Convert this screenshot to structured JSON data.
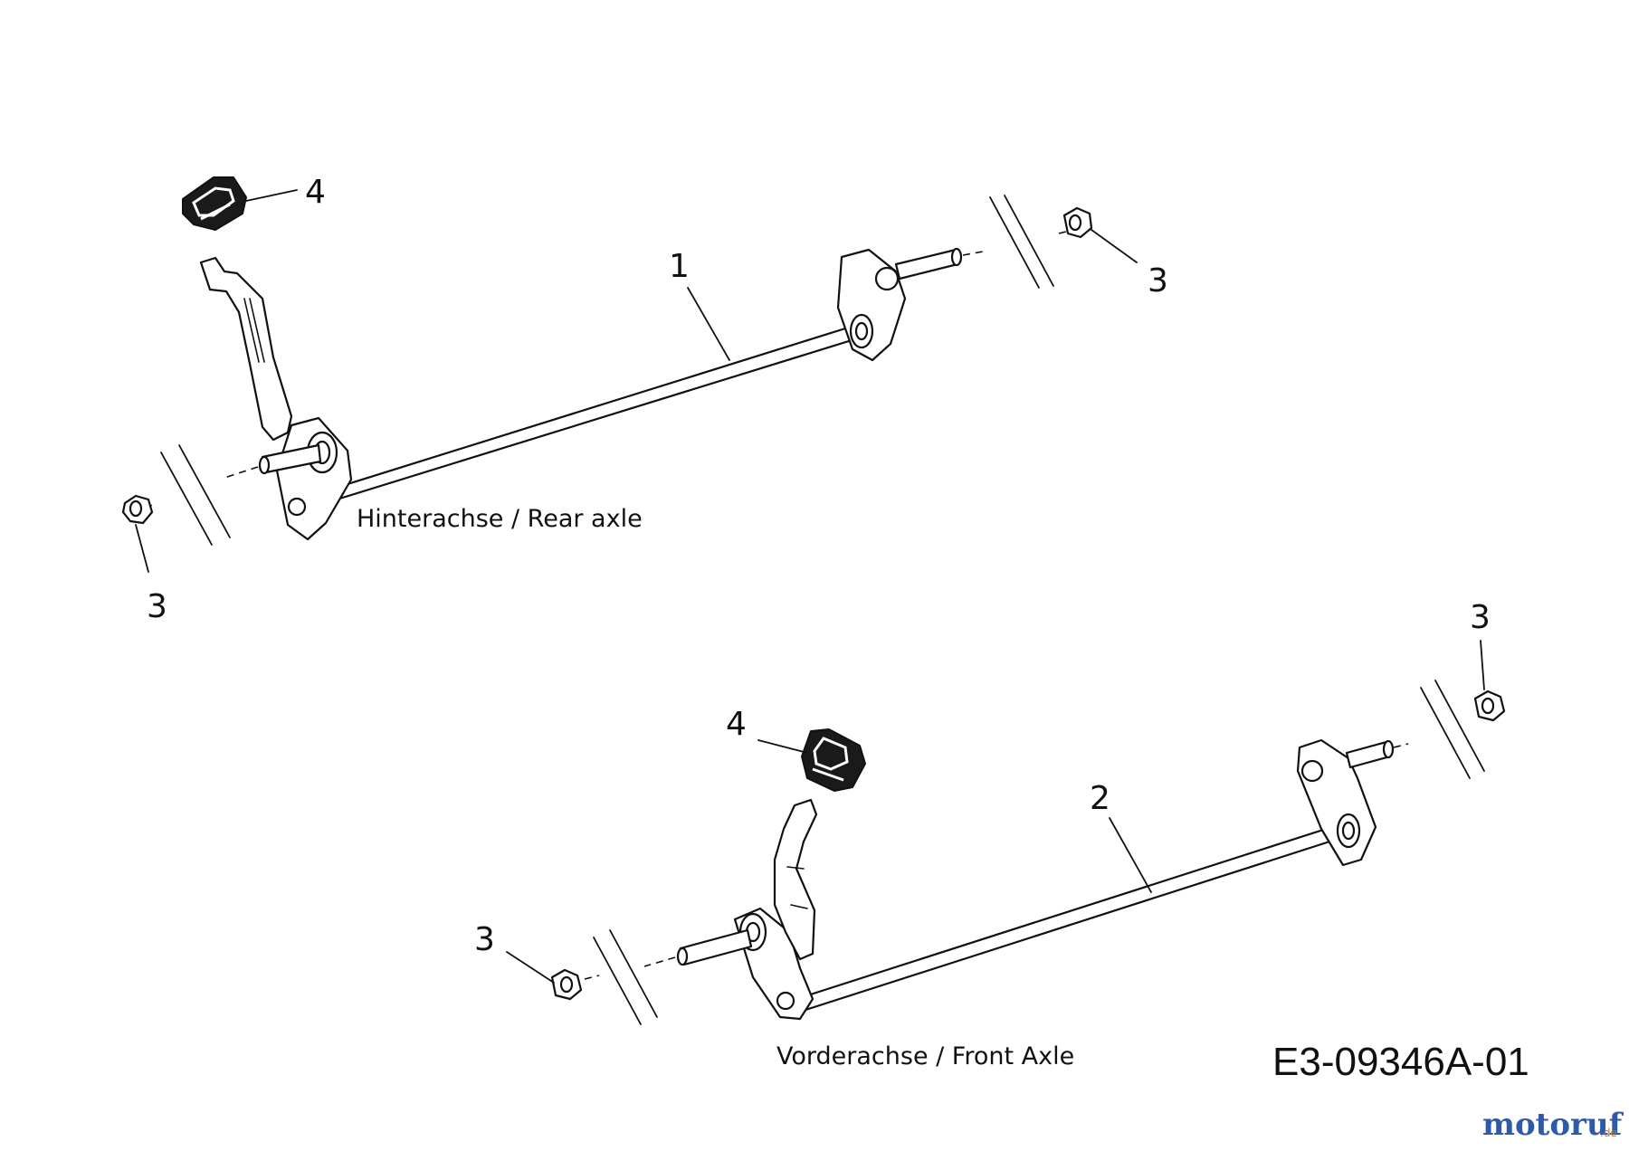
{
  "callouts": {
    "rear_axle_item": "1",
    "front_axle_item": "2",
    "nut_item": "3",
    "cap_item": "4"
  },
  "captions": {
    "rear_axle": "Hinterachse / Rear axle",
    "front_axle": "Vorderachse  / Front Axle"
  },
  "diagram_code": "E3-09346A-01",
  "watermark": {
    "name": "motoruf",
    "suffix": ".de",
    "colors": {
      "primary": "#2e5aa8",
      "accent": "#c67a21"
    }
  }
}
